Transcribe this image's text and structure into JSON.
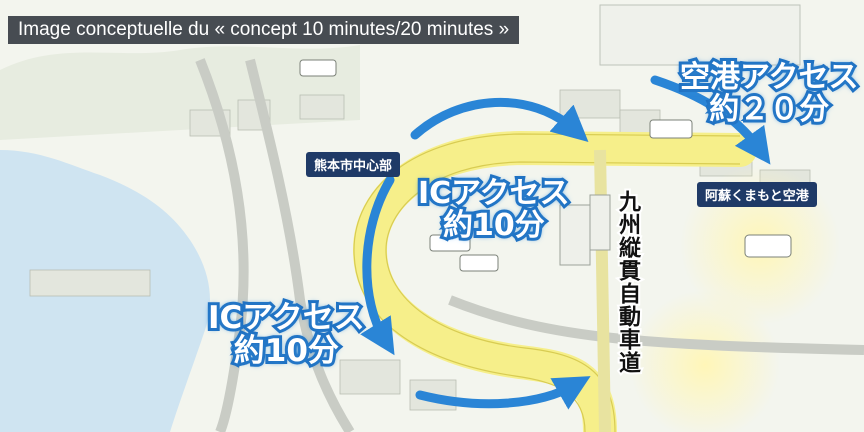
{
  "caption": "Image conceptuelle du « concept 10 minutes/20 minutes »",
  "labels": {
    "city_center": "熊本市中心部",
    "airport": "阿蘇くまもと空港",
    "expressway": "九州縦貫自動車道"
  },
  "access_top": {
    "line1": "ICアクセス",
    "line2": "約10分"
  },
  "access_left": {
    "line1": "ICアクセス",
    "line2": "約10分"
  },
  "access_airport": {
    "line1": "空港アクセス",
    "line2": "約２０分"
  },
  "colors": {
    "highway": "#f6ef8a",
    "arrow": "#2a85d6",
    "label_fill": "#1e6fc0",
    "tag_bg": "#1f3a67",
    "sea": "#cfe4f1"
  }
}
